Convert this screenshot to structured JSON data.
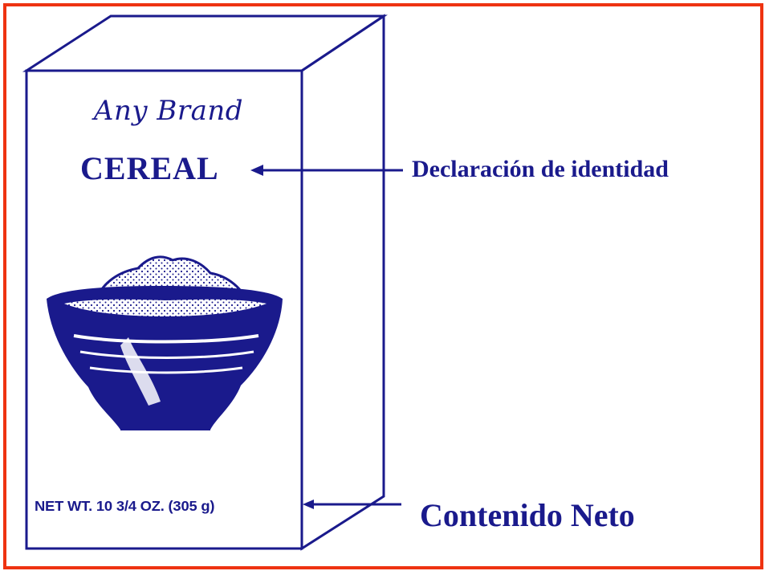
{
  "box": {
    "brand_name": "Any Brand",
    "product_name": "CEREAL",
    "net_weight": "NET WT. 10 3/4 OZ. (305 g)"
  },
  "callouts": {
    "identity_label": "Declaración de identidad",
    "net_contents_label": "Contenido Neto"
  },
  "colors": {
    "frame": "#ee3311",
    "ink": "#1a1a8c",
    "background": "#ffffff"
  }
}
